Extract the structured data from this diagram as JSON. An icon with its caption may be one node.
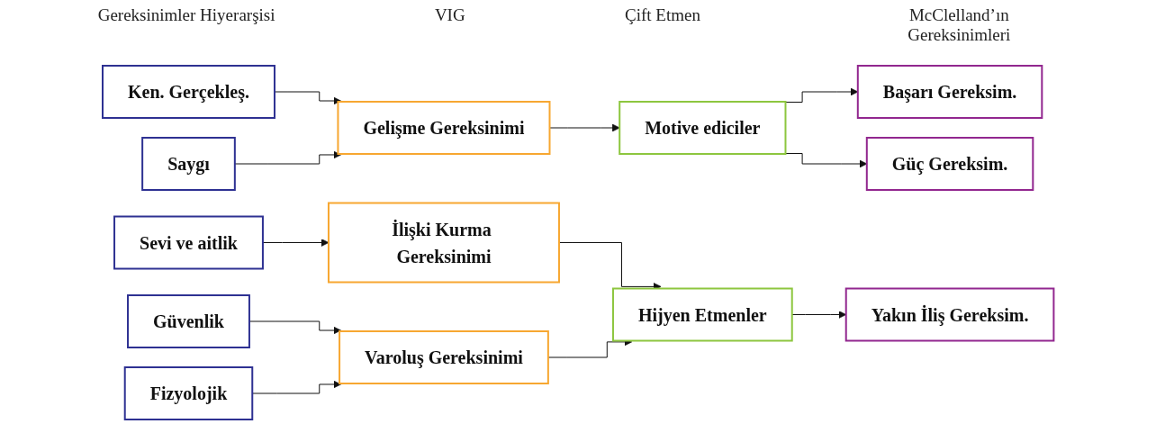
{
  "diagram": {
    "nodes": [
      {
        "text": [
          "Ken. Gerçekleş."
        ]
      },
      {
        "text": [
          "Saygı"
        ]
      },
      {
        "text": [
          "Sevi ve aitlik"
        ]
      },
      {
        "text": [
          "Güvenlik"
        ]
      },
      {
        "text": [
          "Fizyolojik"
        ]
      },
      {
        "text": [
          "Gelişme Gereksinimi"
        ]
      },
      {
        "text": [
          "İlişki Kurma Gereksinimi"
        ]
      },
      {
        "text": [
          "Varoluş Gereksinimi"
        ]
      },
      {
        "text": [
          "Motive ediciler"
        ]
      },
      {
        "text": [
          "Hijyen Etmenler"
        ]
      },
      {
        "text": [
          "Başarı Gereksim."
        ]
      },
      {
        "text": [
          "Güç Gereksim."
        ]
      },
      {
        "text": [
          "Yakın İliş Gereksim."
        ]
      }
    ],
    "edges": [
      {
        "from": 0,
        "to": 5,
        "arrow": "to"
      },
      {
        "from": 1,
        "to": 5,
        "arrow": "to"
      },
      {
        "from": 2,
        "to": 6,
        "arrow": "to"
      },
      {
        "from": 3,
        "to": 7,
        "arrow": "to"
      },
      {
        "from": 4,
        "to": 7,
        "arrow": "to"
      },
      {
        "from": 5,
        "to": 8,
        "arrow": "to"
      },
      {
        "from": 6,
        "to": 9,
        "arrow": "to"
      },
      {
        "from": 7,
        "to": 9,
        "arrow": "to"
      },
      {
        "from": 8,
        "to": 10,
        "arrow": "to"
      },
      {
        "from": 8,
        "to": 11,
        "arrow": "to"
      },
      {
        "from": 9,
        "to": 12,
        "arrow": "to"
      }
    ],
    "labels": [
      "Gereksinimler Hiyerarşisi",
      "VIG",
      "Çift Etmen",
      "McClelland’ın Gereksinimleri"
    ]
  }
}
